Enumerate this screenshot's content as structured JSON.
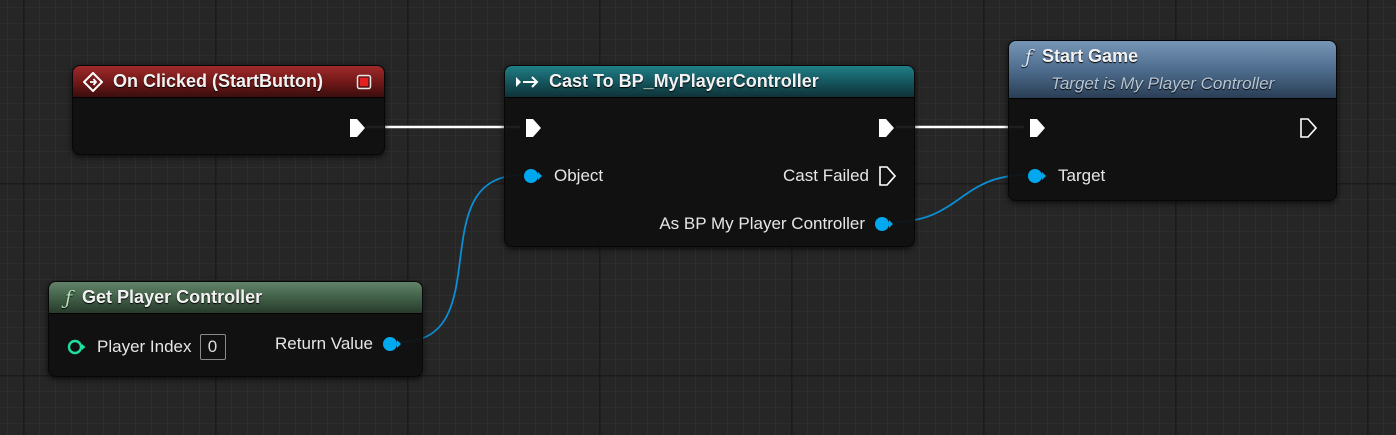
{
  "nodes": {
    "on_clicked": {
      "title": "On Clicked (StartButton)"
    },
    "cast": {
      "title": "Cast To BP_MyPlayerController",
      "object_label": "Object",
      "cast_failed_label": "Cast Failed",
      "as_label": "As BP My Player Controller"
    },
    "start_game": {
      "title": "Start Game",
      "subtitle": "Target is My Player Controller",
      "target_label": "Target"
    },
    "get_player_controller": {
      "title": "Get Player Controller",
      "player_index_label": "Player Index",
      "player_index_value": "0",
      "return_value_label": "Return Value"
    }
  },
  "colors": {
    "event_header": "#8b1e1e",
    "cast_header": "#1a6870",
    "pure_header": "#4e7056",
    "function_header": "#5b7ea3",
    "object_pin": "#00a8f0",
    "exec_pin": "#ffffff",
    "int_pin": "#1fe0a0"
  },
  "icons": {
    "event": "event-diamond-icon",
    "cast": "cast-arrow-icon",
    "function": "function-f-icon",
    "delegate": "delegate-square-icon"
  }
}
